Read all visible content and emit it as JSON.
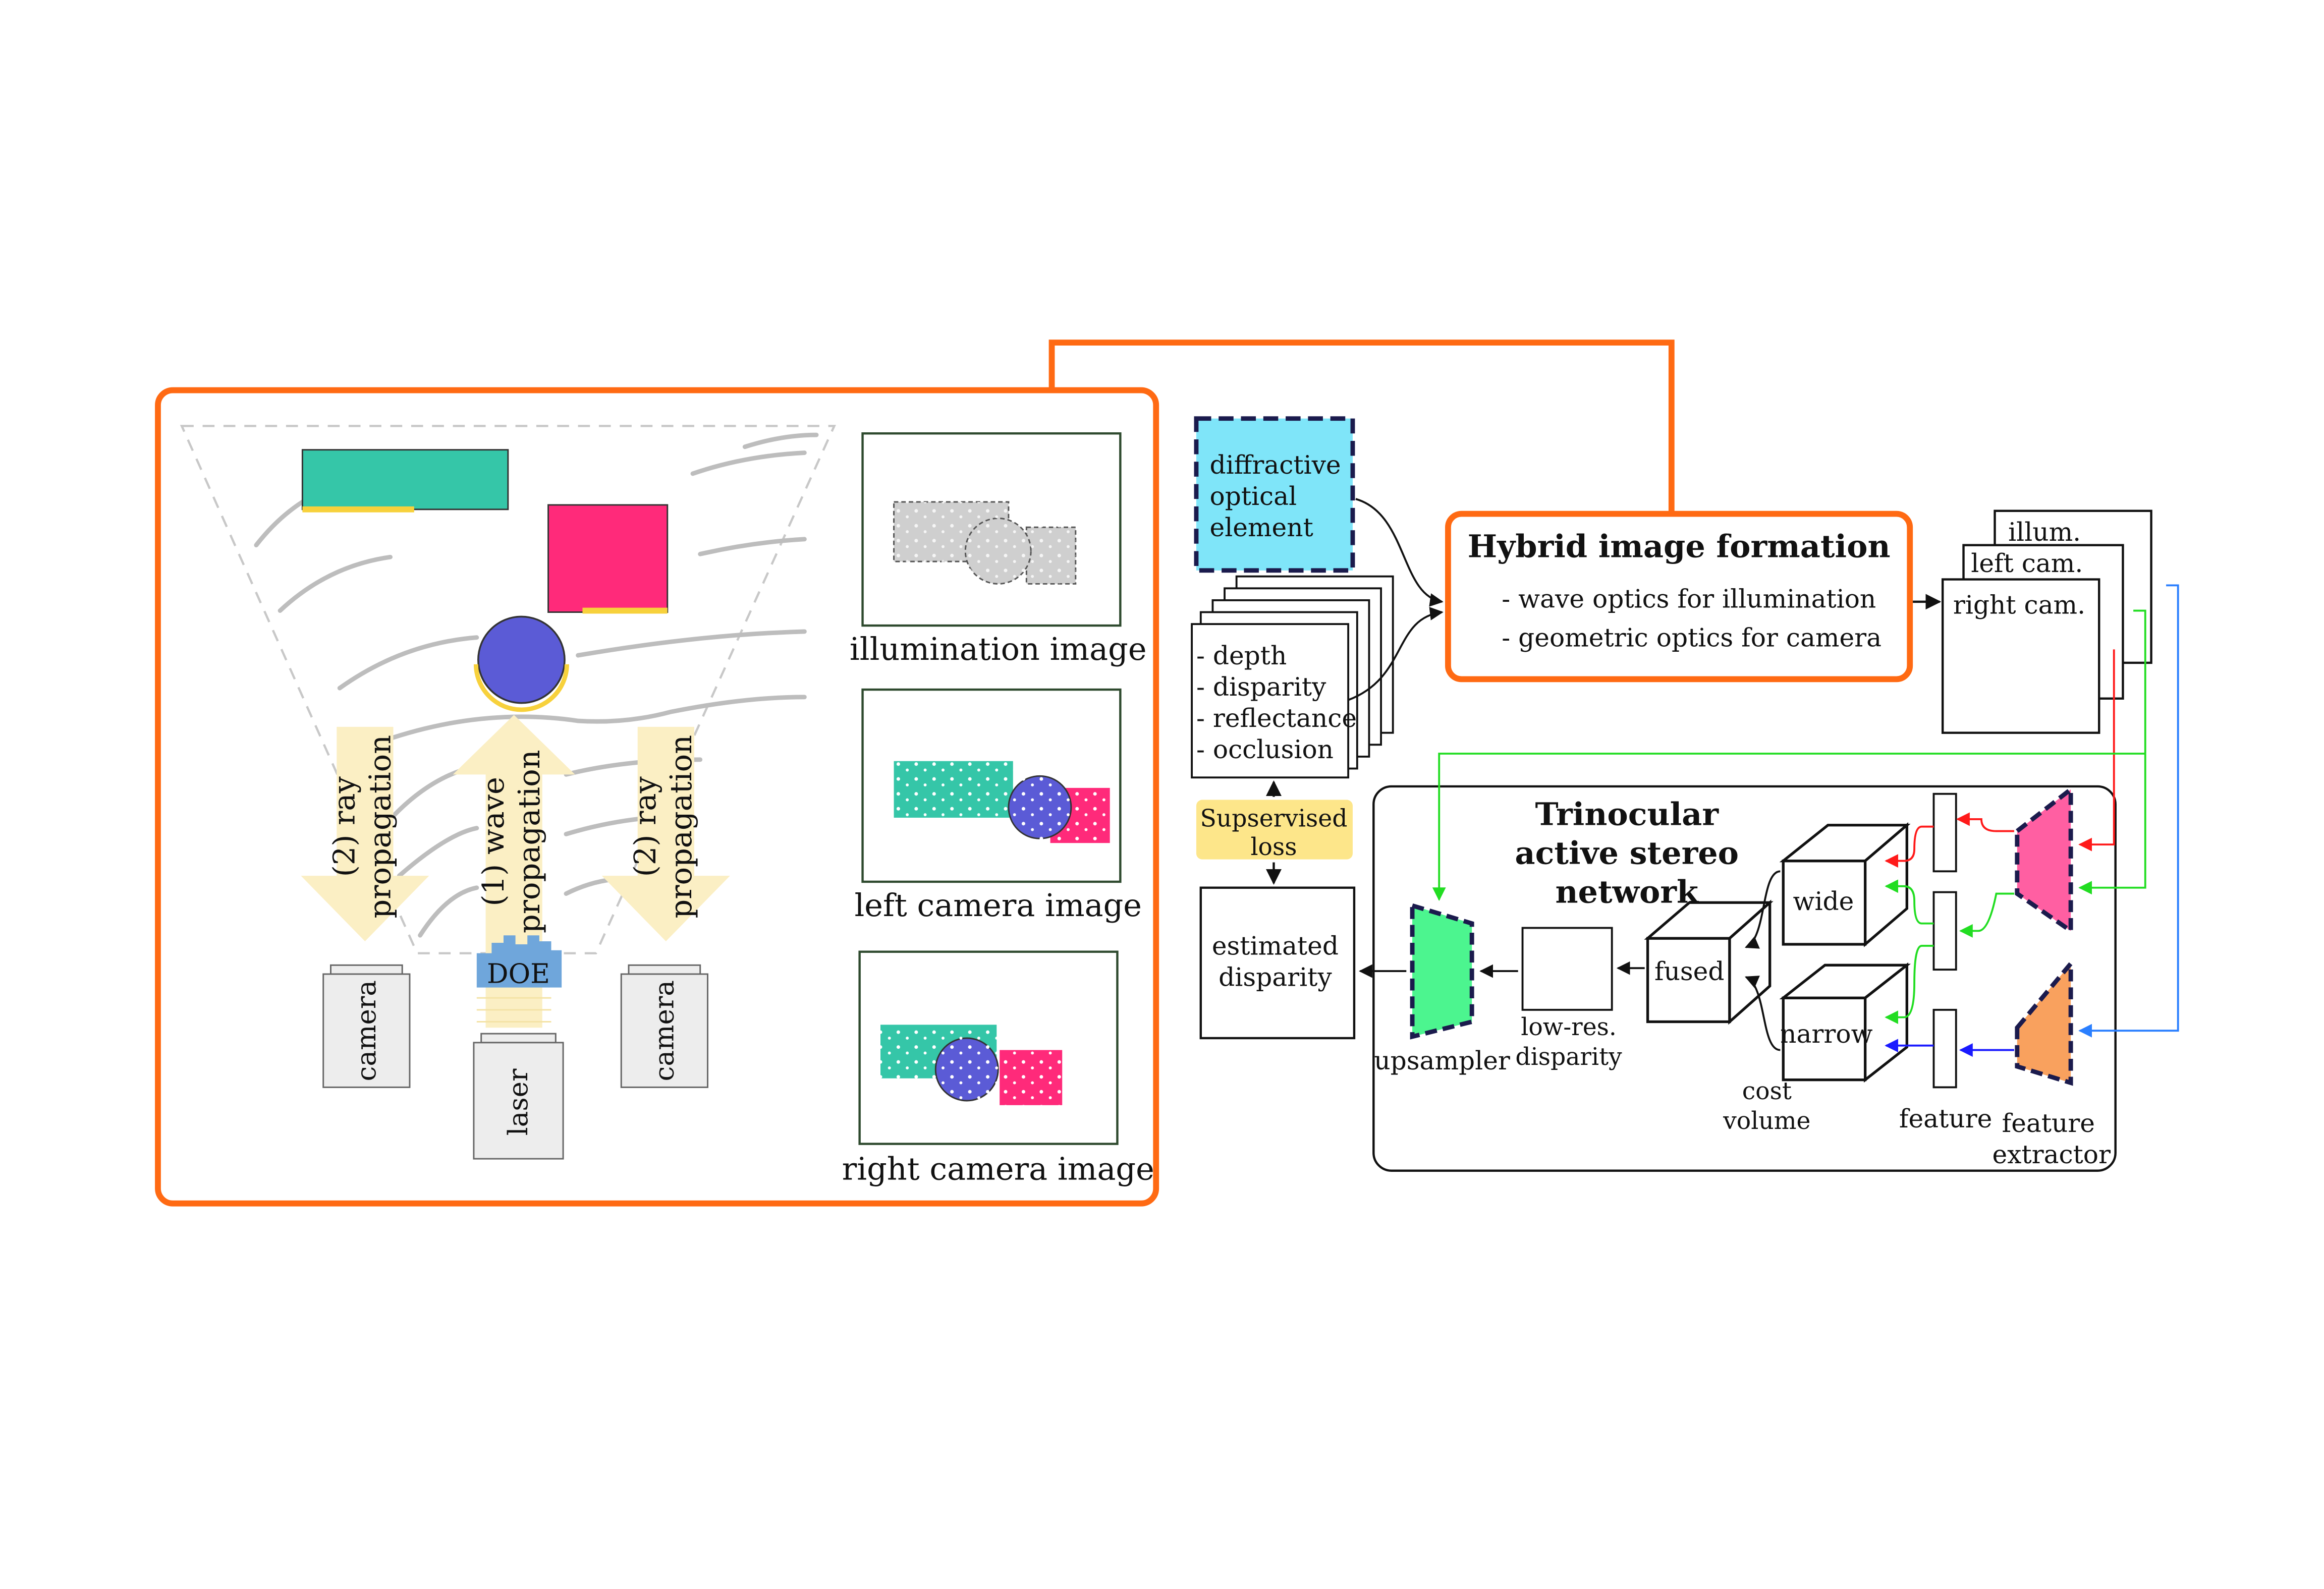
{
  "left_panel": {
    "ray_propagation_label": [
      "(2) ray",
      "propagation"
    ],
    "wave_propagation_label": [
      "(1) wave",
      "propagation"
    ],
    "doe_label": "DOE",
    "camera_label": "camera",
    "laser_label": "laser",
    "illumination_image_label": "illumination image",
    "left_camera_image_label": "left camera image",
    "right_camera_image_label": "right camera image"
  },
  "doe_box": {
    "lines": [
      "diffractive",
      "optical",
      "element"
    ]
  },
  "scene_stack": {
    "lines": [
      "- depth",
      "- disparity",
      "- reflectance",
      "- occlusion"
    ]
  },
  "supervised_loss": {
    "lines": [
      "Supservised",
      "loss"
    ]
  },
  "estimated_disparity": {
    "lines": [
      "estimated",
      "disparity"
    ]
  },
  "hybrid": {
    "title": "Hybrid image formation",
    "items": [
      "- wave optics for illumination",
      "- geometric optics for camera"
    ]
  },
  "output_stack": {
    "labels": [
      "illum.",
      "left cam.",
      "right cam."
    ]
  },
  "network": {
    "title": [
      "Trinocular",
      "active stereo",
      "network"
    ],
    "wide_label": "wide",
    "narrow_label": "narrow",
    "fused_label": "fused",
    "cost_volume_label": [
      "cost",
      "volume"
    ],
    "low_res_label": [
      "low-res.",
      "disparity"
    ],
    "upsampler_label": "upsampler",
    "feature_label": "feature",
    "feature_extractor_label": [
      "feature",
      "extractor"
    ]
  },
  "colors": {
    "orange": "#ff6a13",
    "doe_fill": "#7fe5f9",
    "teal": "#35c6a8",
    "pink": "#ff2a7a",
    "purple": "#5b5bd6",
    "yellow_arrow": "#fbefc4",
    "loss_fill": "#fde68a",
    "upsampler": "#4cf58f",
    "extractor_pink": "#ff5fa2",
    "extractor_orange": "#f9a15e",
    "arrow_red": "#ff1a1a",
    "arrow_green": "#22dd22",
    "arrow_blue": "#1a1aff",
    "arrow_lightblue": "#2a7fff"
  }
}
